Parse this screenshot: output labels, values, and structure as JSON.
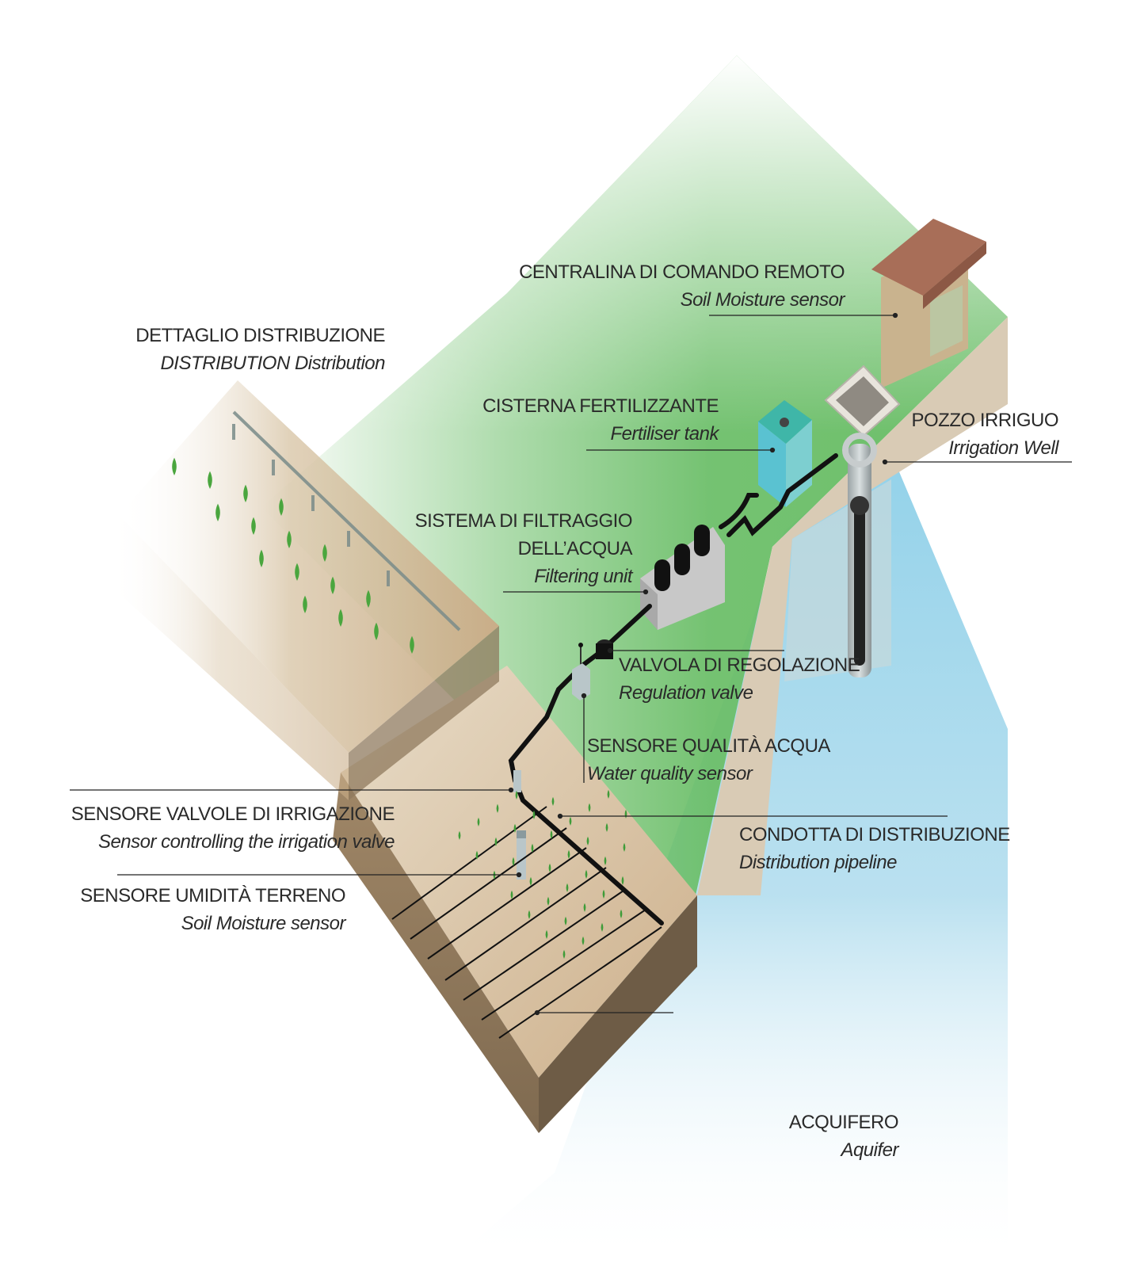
{
  "labels": {
    "centralina": {
      "title": "CENTRALINA DI COMANDO REMOTO",
      "subtitle": "Soil Moisture sensor"
    },
    "dettaglio": {
      "title": "DETTAGLIO DISTRIBUZIONE",
      "subtitle": "DISTRIBUTION Distribution"
    },
    "cisterna": {
      "title": "CISTERNA FERTILIZZANTE",
      "subtitle": "Fertiliser tank"
    },
    "pozzo": {
      "title": "POZZO IRRIGUO",
      "subtitle": "Irrigation Well"
    },
    "filtraggio": {
      "title_line1": "SISTEMA DI FILTRAGGIO",
      "title_line2": "DELL’ACQUA",
      "subtitle": "Filtering unit"
    },
    "valvola": {
      "title": "VALVOLA DI REGOLAZIONE",
      "subtitle": "Regulation valve"
    },
    "sensore_qualita": {
      "title": "SENSORE QUALITÀ ACQUA",
      "subtitle": "Water quality sensor"
    },
    "sensore_valvole": {
      "title": "SENSORE VALVOLE DI IRRIGAZIONE",
      "subtitle": "Sensor controlling the irrigation valve"
    },
    "condotta": {
      "title": "CONDOTTA DI DISTRIBUZIONE",
      "subtitle": "Distribution pipeline"
    },
    "sensore_umidita": {
      "title": "SENSORE UMIDITÀ TERRENO",
      "subtitle": "Soil Moisture sensor"
    },
    "acquifero": {
      "title": "ACQUIFERO",
      "subtitle": "Aquifer"
    }
  },
  "colors": {
    "field_green": "#6dbf6a",
    "soil_top": "#d6bf9f",
    "soil_side": "#8c7658",
    "soil_dark": "#6e5c46",
    "aquifer_blue": "#a9d9ec",
    "pipe": "#111111",
    "roof": "#a86e58",
    "hut_wall": "#c9b38e",
    "tank": "#56bfd8",
    "plant": "#4aa63e"
  }
}
